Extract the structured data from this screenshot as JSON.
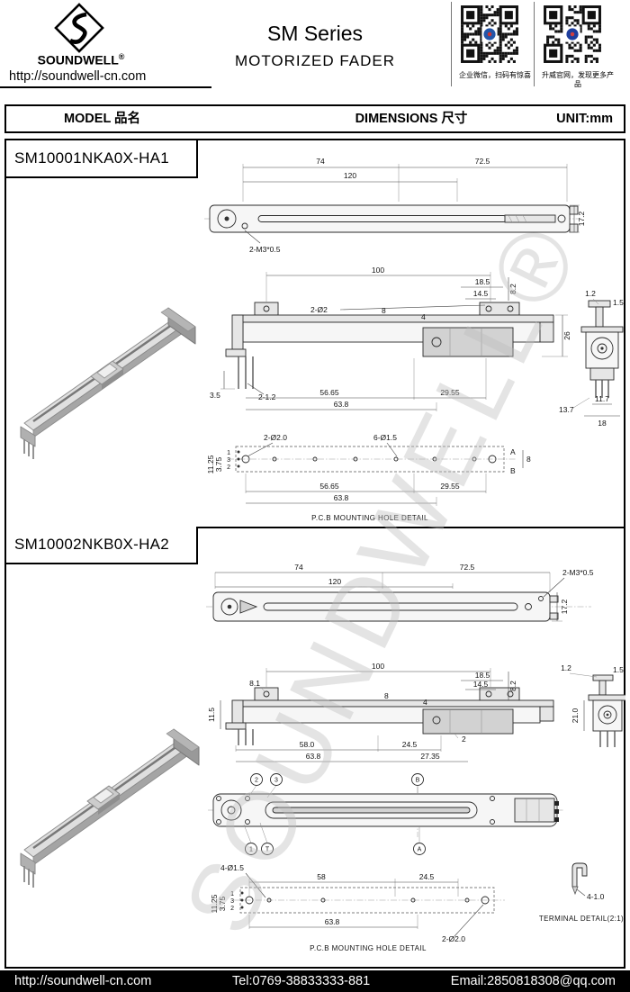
{
  "header": {
    "brand": "SOUNDWELL",
    "reg": "®",
    "url": "http://soundwell-cn.com",
    "series": "SM Series",
    "product": "MOTORIZED FADER",
    "qr_captions": [
      "企业微信，扫码有惊喜",
      "升威官网，发现更多产品"
    ]
  },
  "table": {
    "col_model": "MODEL 品名",
    "col_dimensions": "DIMENSIONS 尺寸",
    "col_unit": "UNIT:mm"
  },
  "watermark": "SOUNDWELL®",
  "rows": [
    {
      "model": "SM10001NKA0X-HA1",
      "top": {
        "d74": "74",
        "d120": "120",
        "d72_5": "72.5",
        "d17_2": "17.2",
        "screw": "2-M3*0.5"
      },
      "side": {
        "d100": "100",
        "d18_5": "18.5",
        "d14_5": "14.5",
        "d8_2": "8.2",
        "hole": "2-Ø2",
        "d8": "8",
        "d4": "4",
        "d26": "26",
        "d3_5": "3.5",
        "pin": "2-1.2",
        "d56_65": "56.65",
        "d29_55": "29.55",
        "d63_8": "63.8",
        "d1_2": "1.2",
        "d1_5": "1.5",
        "d13_7": "13.7",
        "d11_7": "11.7",
        "d18": "18"
      },
      "pcb": {
        "hole2": "2-Ø2.0",
        "hole6": "6-Ø1.5",
        "d11_25": "11.25",
        "d3_75": "3.75",
        "p1": "1",
        "p3": "3",
        "p2": "2",
        "a": "A",
        "b": "B",
        "d8": "8",
        "d56_65": "56.65",
        "d29_55": "29.55",
        "d63_8": "63.8",
        "caption": "P.C.B MOUNTING HOLE DETAIL"
      }
    },
    {
      "model": "SM10002NKB0X-HA2",
      "top": {
        "d74": "74",
        "d120": "120",
        "d72_5": "72.5",
        "d17_2": "17.2",
        "screw": "2-M3*0.5"
      },
      "side": {
        "d100": "100",
        "d18_5": "18.5",
        "d14_5": "14.5",
        "d8_2": "8.2",
        "d8_1": "8.1",
        "d8": "8",
        "d4": "4",
        "d11_5": "11.5",
        "d1_2": "1.2",
        "d1_5": "1.5",
        "d21": "21.0",
        "d2": "2",
        "d58": "58.0",
        "d24_5": "24.5",
        "d63_8": "63.8",
        "d27_35": "27.35"
      },
      "bottom": {
        "m2": "2",
        "m3": "3",
        "mb": "B",
        "m1": "1",
        "mt": "T",
        "ma": "A"
      },
      "pcb": {
        "hole4": "4-Ø1.5",
        "d58": "58",
        "d24_5": "24.5",
        "d11_25": "11.25",
        "d3_75": "3.75",
        "p1": "1",
        "p3": "3",
        "p2": "2",
        "d63_8": "63.8",
        "hole2": "2-Ø2.0",
        "caption": "P.C.B MOUNTING HOLE DETAIL"
      },
      "terminal": {
        "dim": "4-1.0",
        "caption": "TERMINAL DETAIL(2:1)"
      }
    }
  ],
  "footer": {
    "url": "http://soundwell-cn.com",
    "tel": "Tel:0769-38833333-881",
    "email": "Email:2850818308@qq.com"
  }
}
